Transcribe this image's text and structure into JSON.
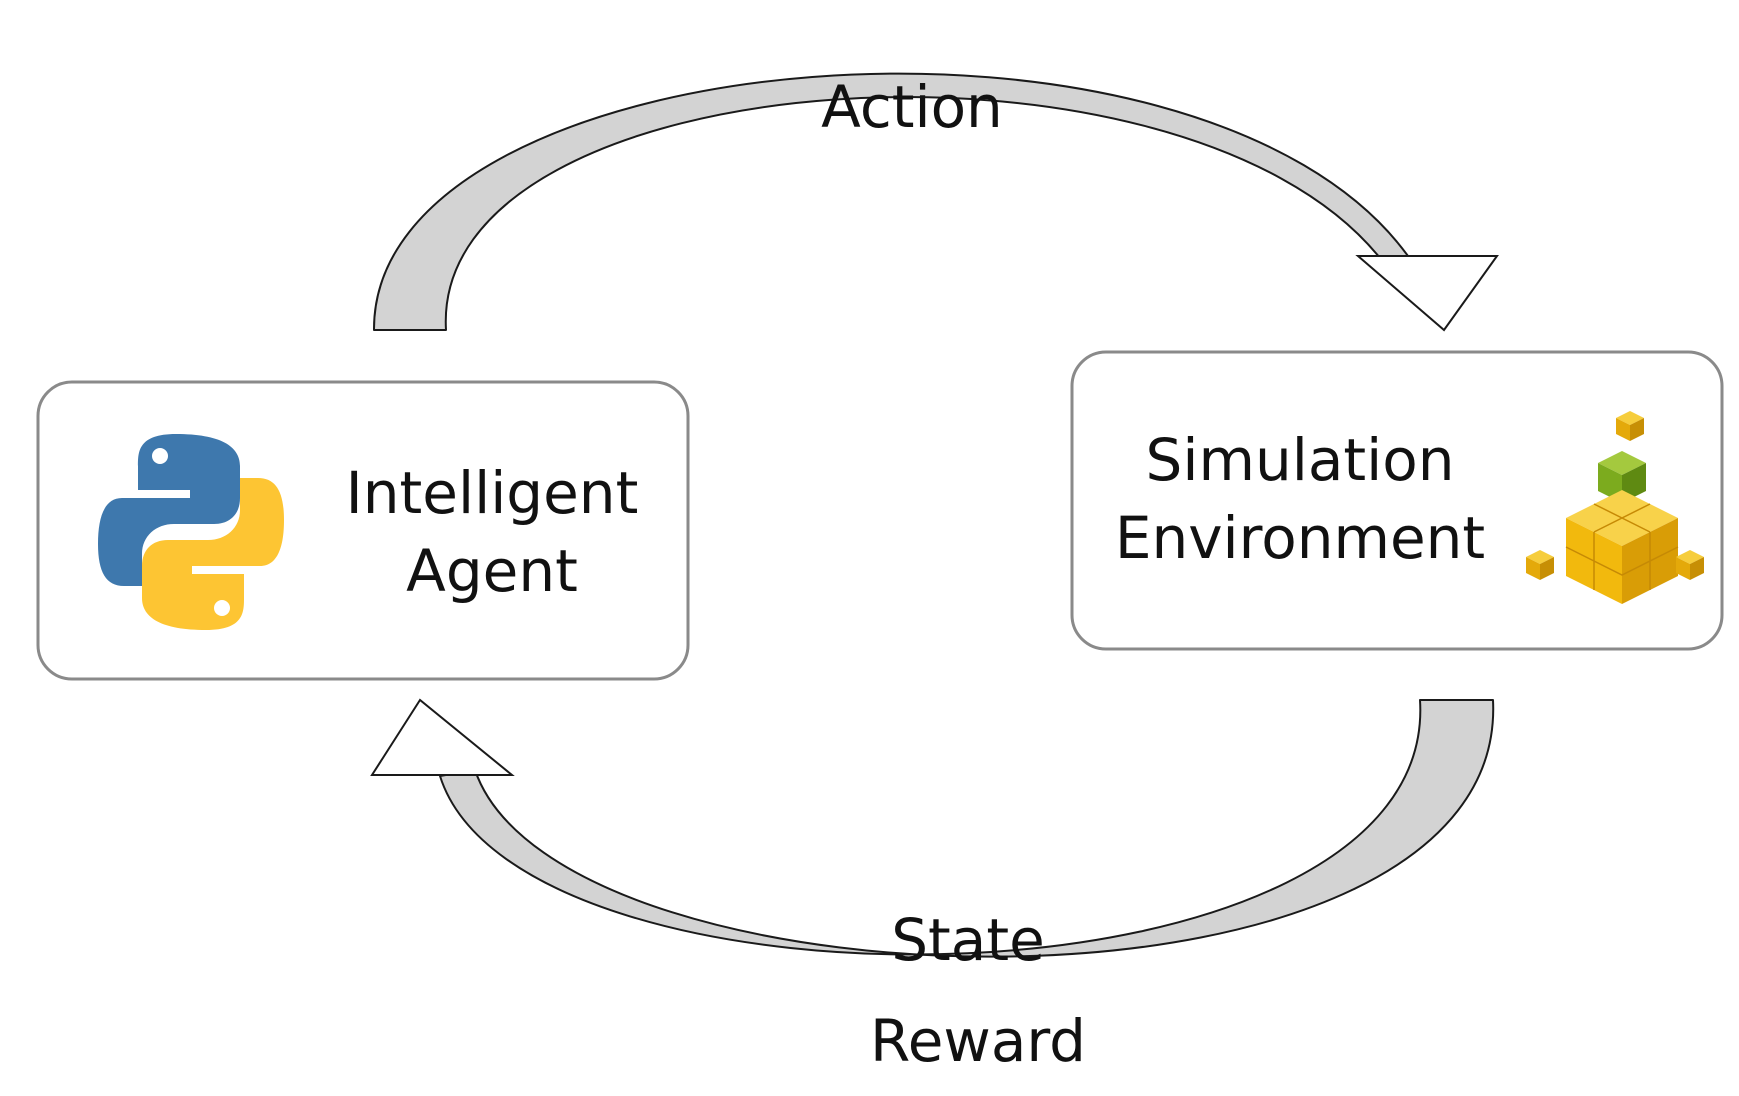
{
  "nodes": {
    "agent": {
      "line1": "Intelligent",
      "line2": "Agent",
      "icon": "python-logo-icon"
    },
    "environment": {
      "line1": "Simulation",
      "line2": "Environment",
      "icon": "stacked-cubes-icon"
    }
  },
  "edges": {
    "action": {
      "label": "Action"
    },
    "state": {
      "label": "State"
    },
    "reward": {
      "label": "Reward"
    }
  },
  "colors": {
    "box_border": "#8a8a8a",
    "arrow_band": "#d3d3d3",
    "python_blue": "#3e78ad",
    "python_yellow": "#fdc533",
    "cube_gold": "#f2b90d",
    "cube_green": "#7cab1e"
  }
}
